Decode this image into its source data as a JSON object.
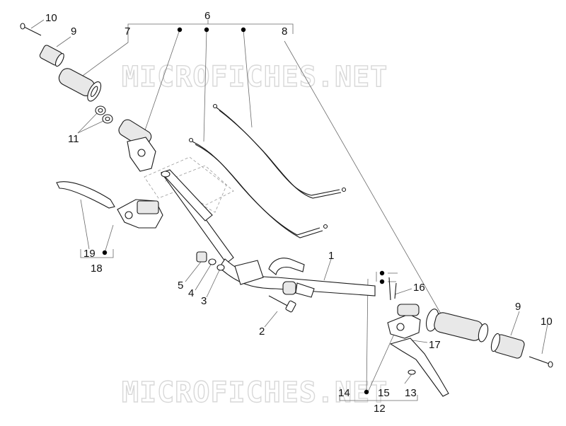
{
  "watermarks": [
    "MICROFICHES.NET",
    "MICROFICHES.NET"
  ],
  "callouts": {
    "c10a": "10",
    "c9a": "9",
    "c6": "6",
    "c7": "7",
    "c8": "8",
    "c11": "11",
    "c19": "19",
    "c18": "18",
    "c1": "1",
    "c5": "5",
    "c4": "4",
    "c3": "3",
    "c2": "2",
    "c16": "16",
    "c9b": "9",
    "c10b": "10",
    "c17": "17",
    "c14": "14",
    "c15": "15",
    "c13": "13",
    "c12": "12"
  }
}
